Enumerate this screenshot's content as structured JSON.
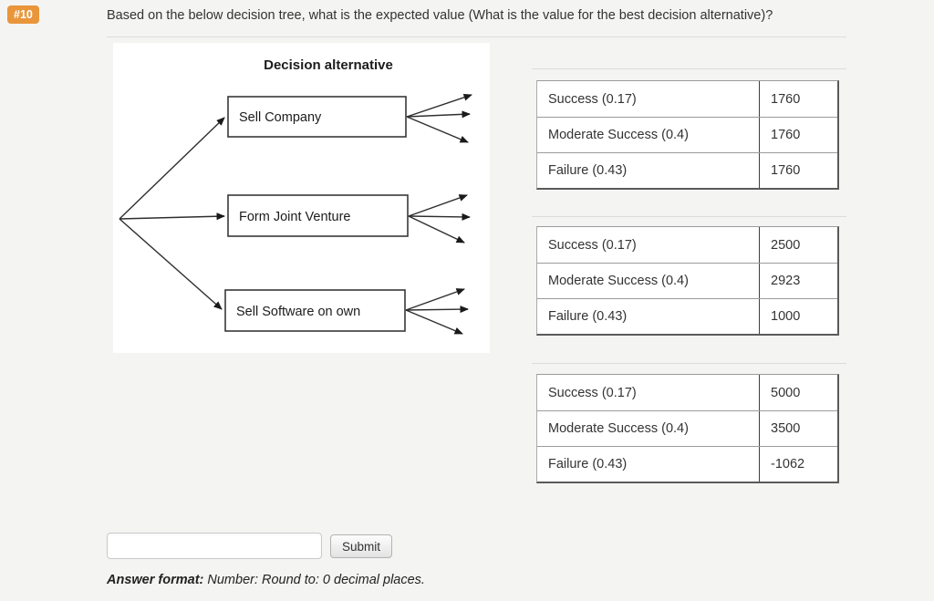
{
  "badge": "#10",
  "question": "Based on the below decision tree, what is the expected value (What is the value for the best decision alternative)?",
  "diagram": {
    "title": "Decision alternative",
    "alternatives": [
      "Sell Company",
      "Form Joint Venture",
      "Sell Software on own"
    ]
  },
  "tables": [
    {
      "rows": [
        {
          "label": "Success (0.17)",
          "value": "1760"
        },
        {
          "label": "Moderate Success (0.4)",
          "value": "1760"
        },
        {
          "label": "Failure (0.43)",
          "value": "1760"
        }
      ]
    },
    {
      "rows": [
        {
          "label": "Success (0.17)",
          "value": "2500"
        },
        {
          "label": "Moderate Success (0.4)",
          "value": "2923"
        },
        {
          "label": "Failure (0.43)",
          "value": "1000"
        }
      ]
    },
    {
      "rows": [
        {
          "label": "Success (0.17)",
          "value": "5000"
        },
        {
          "label": "Moderate Success (0.4)",
          "value": "3500"
        },
        {
          "label": "Failure (0.43)",
          "value": "-1062"
        }
      ]
    }
  ],
  "answer": {
    "input_value": "",
    "submit_label": "Submit",
    "format_label": "Answer format:",
    "format_text": " Number: Round to: 0 decimal places."
  },
  "colors": {
    "badge_bg": "#e9963a",
    "page_bg": "#f4f4f3",
    "table_border_dark": "#5a5a5a",
    "divider": "#dcdcdc"
  }
}
